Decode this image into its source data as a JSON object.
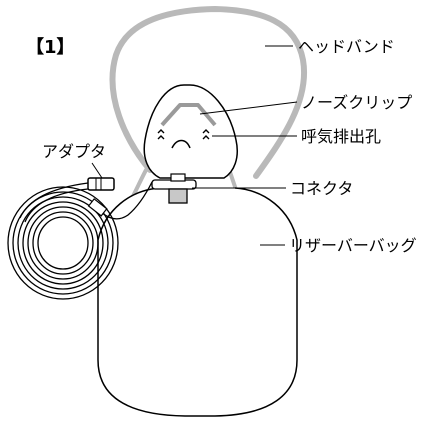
{
  "figure_number": "【1】",
  "labels": {
    "headband": "ヘッドバンド",
    "nose_clip": "ノーズクリップ",
    "exhalation_holes": "呼気排出孔",
    "adapter": "アダプタ",
    "connector": "コネクタ",
    "reservoir_bag": "リザーバーバッグ"
  },
  "colors": {
    "line": "#000000",
    "band": "#b9b9b9",
    "fill": "#ffffff",
    "connector_fill": "#c8c8c8"
  }
}
